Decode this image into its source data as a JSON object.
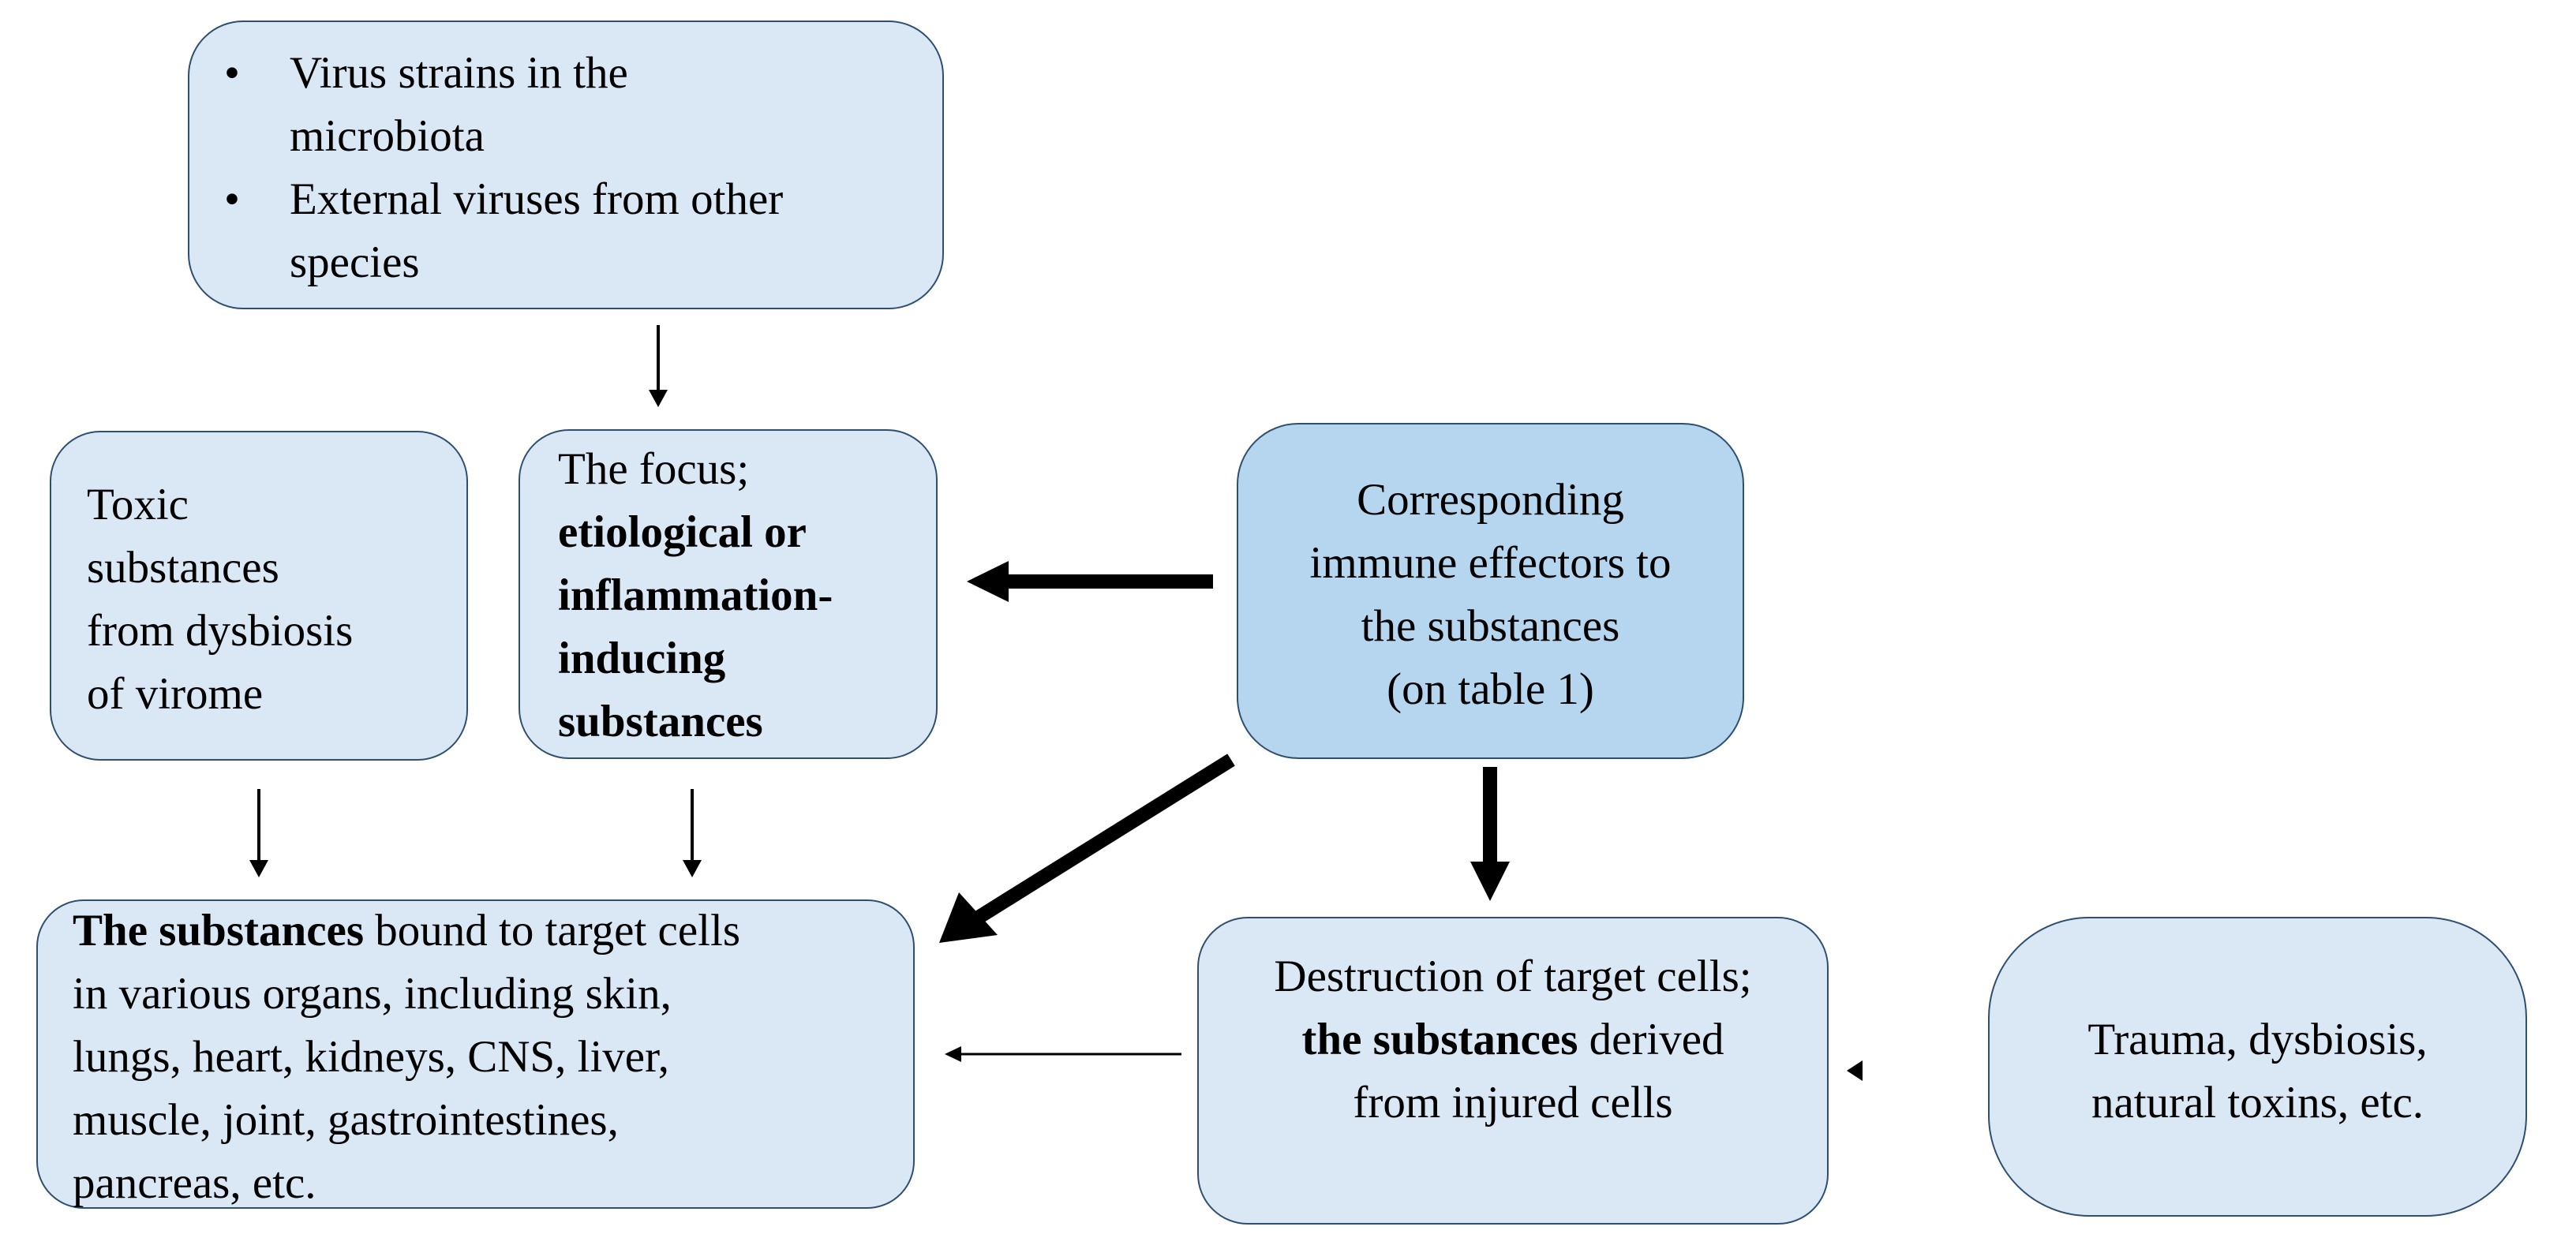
{
  "colors": {
    "box_fill": "#dae8f5",
    "box_fill_highlight": "#b5d6ee",
    "box_border": "#2f4f70",
    "arrow": "#000000"
  },
  "virus_sources": {
    "items": [
      {
        "line1": "Virus strains in the",
        "line2": "microbiota"
      },
      {
        "line1": "External viruses from other",
        "line2": "species"
      }
    ]
  },
  "toxic": {
    "lines": [
      "Toxic",
      "substances",
      "from dysbiosis",
      "of virome"
    ]
  },
  "focus": {
    "line1": "The focus;",
    "bold_lines": [
      "etiological or",
      "inflammation-",
      "inducing",
      "substances"
    ]
  },
  "immune": {
    "lines": [
      "Corresponding",
      "immune effectors to",
      "the substances",
      "(on table 1)"
    ]
  },
  "bound": {
    "bold_lead": "The substances",
    "line1_rest": " bound to target cells",
    "lines": [
      "in various organs, including skin,",
      "lungs, heart, kidneys, CNS, liver,",
      "muscle, joint, gastrointestines,",
      "pancreas, etc."
    ]
  },
  "destruction": {
    "line1": "Destruction of target cells;",
    "bold_lead": "the substances",
    "line2_rest": " derived",
    "line3": "from injured cells"
  },
  "trauma": {
    "lines": [
      "Trauma, dysbiosis,",
      "natural toxins, etc."
    ]
  }
}
